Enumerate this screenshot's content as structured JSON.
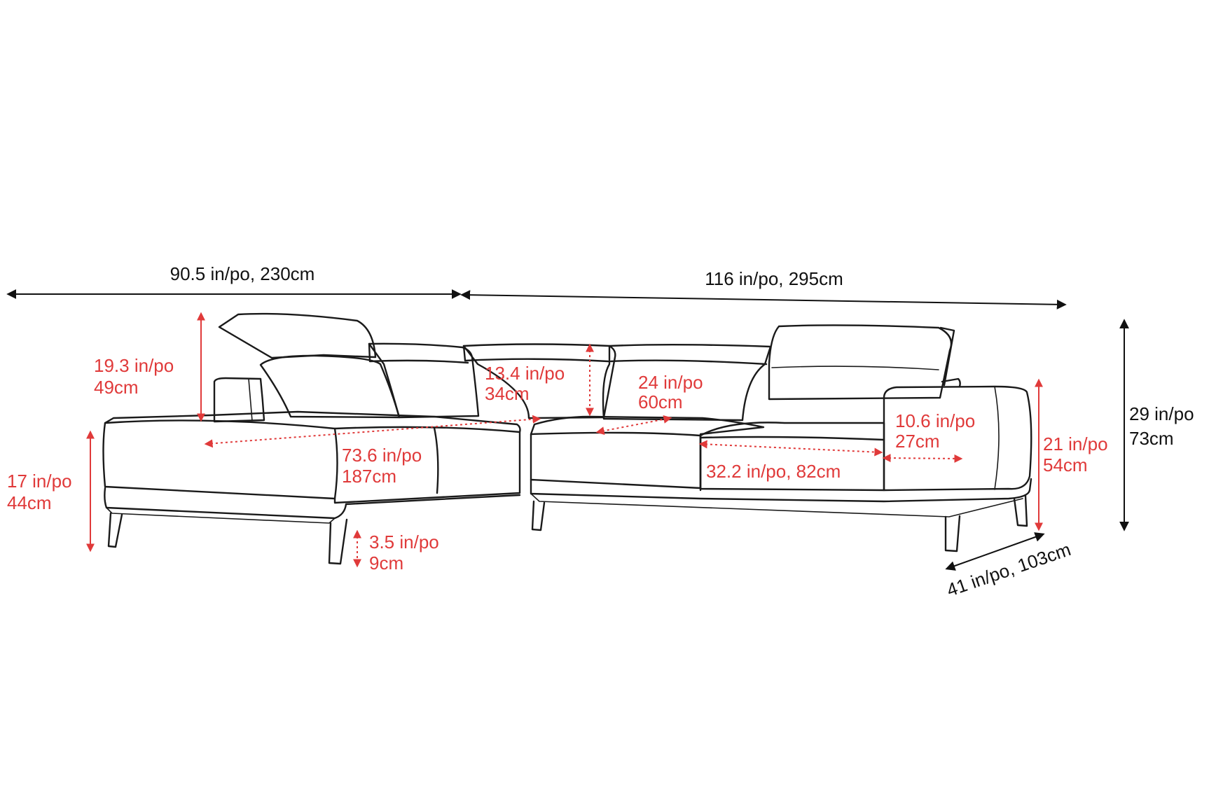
{
  "colors": {
    "outline": "#1a1a1a",
    "overall_dimension": "#111111",
    "interior_dimension": "#e03a3a",
    "background": "#ffffff"
  },
  "dimensions": {
    "left_width": "90.5 in/po, 230cm",
    "right_width": "116 in/po, 295cm",
    "overall_height": {
      "imperial": "29 in/po",
      "metric": "73cm"
    },
    "back_height": {
      "imperial": "19.3 in/po",
      "metric": "49cm"
    },
    "seat_height": {
      "imperial": "17 in/po",
      "metric": "44cm"
    },
    "chaise_length": {
      "imperial": "73.6 in/po",
      "metric": "187cm"
    },
    "leg_height": {
      "imperial": "3.5 in/po",
      "metric": "9cm"
    },
    "backrest_height": {
      "imperial": "13.4 in/po",
      "metric": "34cm"
    },
    "seat_depth": {
      "imperial": "24 in/po",
      "metric": "60cm"
    },
    "seat_width": "32.2 in/po, 82cm",
    "arm_width": {
      "imperial": "10.6 in/po",
      "metric": "27cm"
    },
    "arm_height": {
      "imperial": "21 in/po",
      "metric": "54cm"
    },
    "depth": "41 in/po, 103cm"
  }
}
